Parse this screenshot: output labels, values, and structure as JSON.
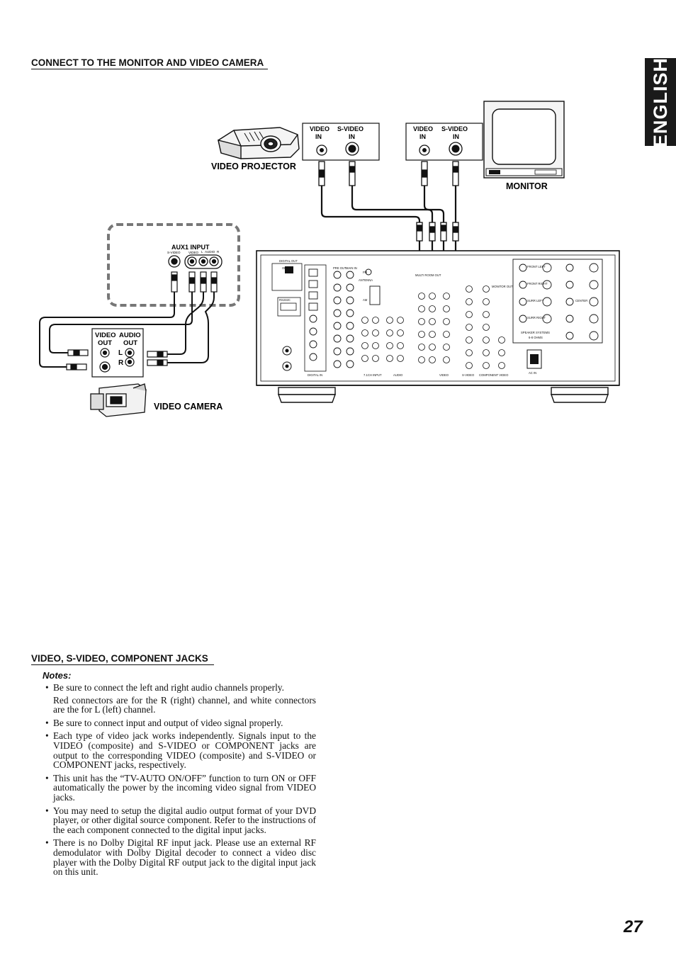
{
  "side_tab": "ENGLISH",
  "section1_title": "CONNECT TO THE MONITOR AND VIDEO CAMERA",
  "diagram": {
    "projector_label": "VIDEO PROJECTOR",
    "monitor_label": "MONITOR",
    "camera_label": "VIDEO CAMERA",
    "aux_label": "AUX1 INPUT",
    "aux_svideo": "S-VIDEO",
    "aux_video": "VIDEO",
    "aux_l": "L",
    "aux_audio": "AUDIO",
    "aux_r": "R",
    "proj_video": "VIDEO",
    "proj_video_in": "IN",
    "proj_svideo": "S-VIDEO",
    "proj_svideo_in": "IN",
    "mon_video": "VIDEO",
    "mon_video_in": "IN",
    "mon_svideo": "S-VIDEO",
    "mon_svideo_in": "IN",
    "cam_video": "VIDEO",
    "cam_video_out": "OUT",
    "cam_audio": "AUDIO",
    "cam_audio_out": "OUT",
    "cam_l": "L",
    "cam_r": "R",
    "panel": {
      "digital_out": "DIGITAL OUT",
      "opt": "OPT",
      "rs232c": "RS232C",
      "antenna": "ANTENNA",
      "fm": "FM",
      "am": "AM",
      "pre_out": "PRE OUT",
      "main_in": "MAIN IN",
      "monitor_out": "MONITOR OUT",
      "multi_room": "MULTI ROOM OUT",
      "speaker_systems": "SPEAKER SYSTEMS",
      "ohms": "6-8 OHMS",
      "ac_in": "AC IN",
      "digital_in": "DIGITAL IN",
      "ch_input": "7.1CH INPUT",
      "audio": "AUDIO",
      "video": "VIDEO",
      "s_video": "S-VIDEO",
      "component": "COMPONENT VIDEO",
      "front_left": "FRONT LEFT",
      "front_right": "FRONT RIGHT",
      "center": "CENTER",
      "surr_left": "SURR LEFT",
      "surr_right": "SURR RIGHT"
    }
  },
  "section2_title": "VIDEO, S-VIDEO, COMPONENT JACKS",
  "notes_title": "Notes:",
  "notes": [
    "Be sure to connect the left and right audio channels properly.",
    "Red connectors are for the R (right) channel, and white connectors are the for L (left) channel.",
    "Be sure to connect input and output of video signal properly.",
    "Each type of video jack works independently. Signals input to the VIDEO (composite) and S-VIDEO or COMPONENT jacks are output to the corresponding VIDEO (composite) and S-VIDEO  or COMPONENT jacks, respectively.",
    "This unit has the “TV-AUTO ON/OFF” function to turn ON or OFF automatically the power by the incoming video signal from VIDEO jacks.",
    "You may need to setup the digital audio output format of your DVD player, or other digital source component. Refer to the instructions of the each component connected to the digital input jacks.",
    "There is no Dolby Digital RF input jack. Please use an external RF demodulator with Dolby Digital decoder to connect a video disc player with the Dolby Digital RF output jack to the digital input jack on this unit."
  ],
  "page_number": "27"
}
